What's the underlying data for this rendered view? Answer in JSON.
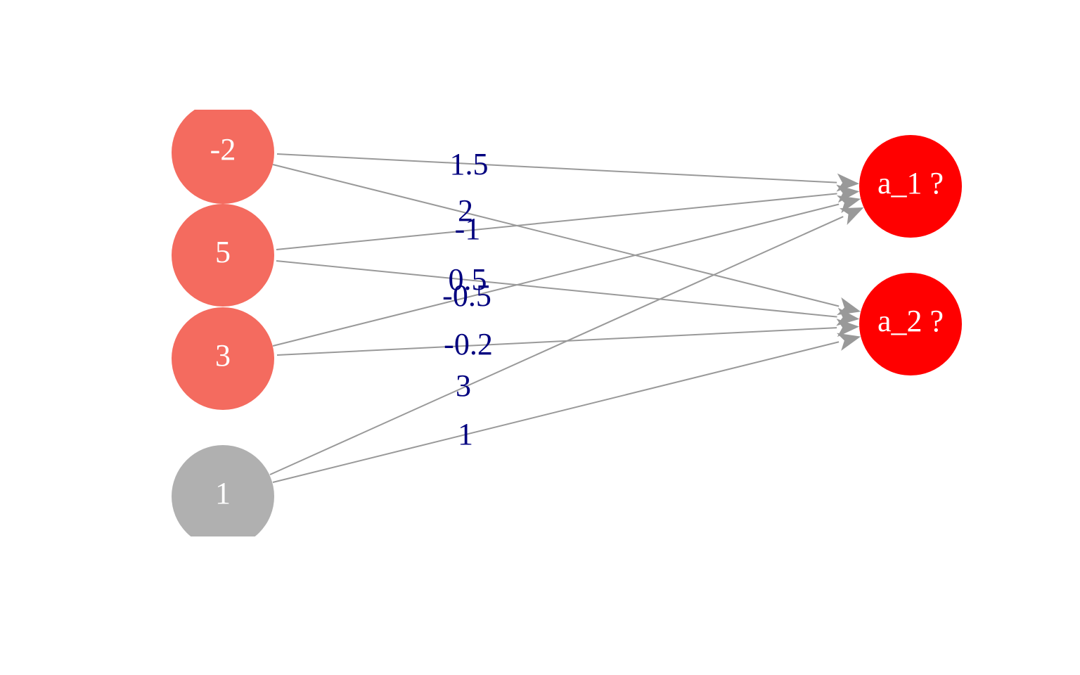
{
  "diagram": {
    "type": "neural-network",
    "colors": {
      "input_node": "#f46b5f",
      "bias_node": "#b0b0b0",
      "output_node": "#ff0000",
      "edge": "#999999",
      "edge_label": "#00007f",
      "node_label": "#ffffff"
    },
    "nodes": [
      {
        "id": "x1",
        "label": "-2",
        "kind": "input"
      },
      {
        "id": "x2",
        "label": "5",
        "kind": "input"
      },
      {
        "id": "x3",
        "label": "3",
        "kind": "input"
      },
      {
        "id": "b",
        "label": "1",
        "kind": "bias"
      },
      {
        "id": "a1",
        "label": "a_1 ?",
        "kind": "output"
      },
      {
        "id": "a2",
        "label": "a_2 ?",
        "kind": "output"
      }
    ],
    "edges": [
      {
        "from": "x1",
        "to": "a1",
        "weight": "1.5"
      },
      {
        "from": "x1",
        "to": "a2",
        "weight": "2"
      },
      {
        "from": "x2",
        "to": "a1",
        "weight": "-1"
      },
      {
        "from": "x2",
        "to": "a2",
        "weight": "0.5"
      },
      {
        "from": "x3",
        "to": "a1",
        "weight": "-0.5"
      },
      {
        "from": "x3",
        "to": "a2",
        "weight": "-0.2"
      },
      {
        "from": "b",
        "to": "a1",
        "weight": "3"
      },
      {
        "from": "b",
        "to": "a2",
        "weight": "1"
      }
    ]
  }
}
